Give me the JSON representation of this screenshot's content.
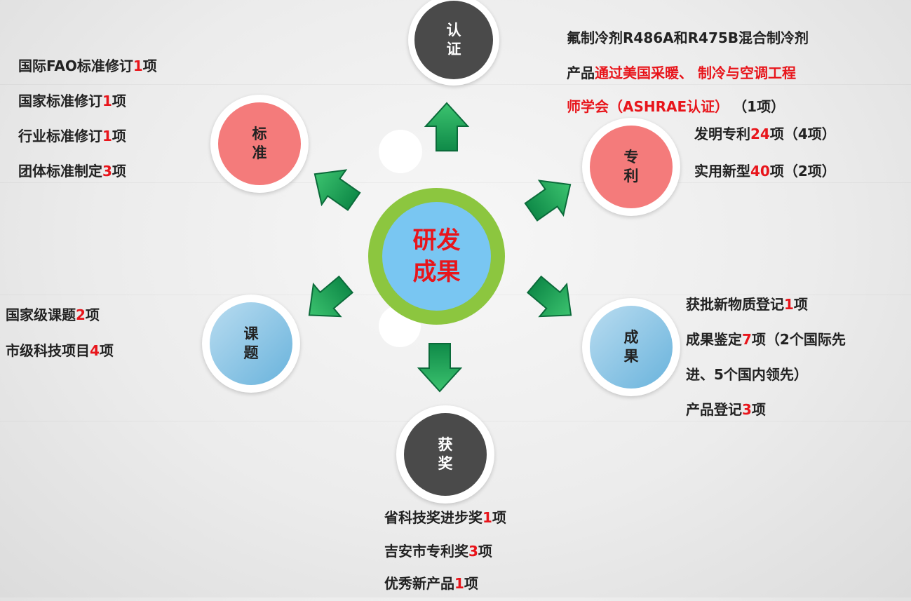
{
  "center": {
    "label": "研发成果"
  },
  "nodes": {
    "cert": "认证",
    "standard": "标准",
    "patent": "专利",
    "project": "课题",
    "result": "成果",
    "award": "获奖"
  },
  "cert_text": {
    "l1": "氟制冷剂R486A和R475B混合制冷剂",
    "l2a": "产品",
    "l2b": "通过美国采暖、 制冷与空调工程",
    "l3a": "师学会（ASHRAE认证）",
    "l3b": "（1项）"
  },
  "standard_text": [
    {
      "a": "国际FAO标准修订",
      "n": "1",
      "b": "项"
    },
    {
      "a": "国家标准修订",
      "n": "1",
      "b": "项"
    },
    {
      "a": "行业标准修订",
      "n": "1",
      "b": "项"
    },
    {
      "a": "团体标准制定",
      "n": "3",
      "b": "项"
    }
  ],
  "patent_text": [
    {
      "a": "发明专利",
      "n": "24",
      "b": "项（4项）"
    },
    {
      "a": "实用新型",
      "n": "40",
      "b": "项（2项）"
    }
  ],
  "project_text": [
    {
      "a": "国家级课题",
      "n": "2",
      "b": "项"
    },
    {
      "a": "市级科技项目",
      "n": "4",
      "b": "项"
    }
  ],
  "result_text": {
    "r1a": "获批新物质登记",
    "r1n": "1",
    "r1b": "项",
    "r2a": "成果鉴定",
    "r2n": "7",
    "r2b": "项（2个国际先",
    "r3": "进、5个国内领先）",
    "r4a": "产品登记",
    "r4n": "3",
    "r4b": "项"
  },
  "award_text": [
    {
      "a": "省科技奖进步奖",
      "n": "1",
      "b": "项"
    },
    {
      "a": "吉安市专利奖",
      "n": "3",
      "b": "项"
    },
    {
      "a": "优秀新产品",
      "n": "1",
      "b": "项"
    }
  ],
  "colors": {
    "highlight": "#e8151b",
    "arrow_green": "#1fa85a",
    "center_ring": "#8cc63f",
    "center_fill": "#79c6f2"
  }
}
